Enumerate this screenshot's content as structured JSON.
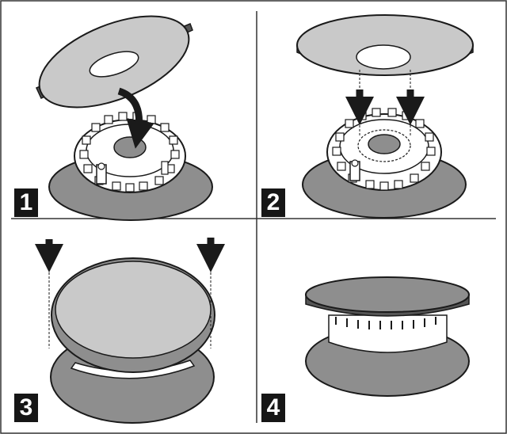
{
  "steps": [
    {
      "number": "1"
    },
    {
      "number": "2"
    },
    {
      "number": "3"
    },
    {
      "number": "4"
    }
  ],
  "colors": {
    "outline": "#1a1a1a",
    "cap_fill": "#c9c9c9",
    "base_fill": "#8e8e8e",
    "paper": "#ffffff",
    "badge": "#161616",
    "grid": "#333333"
  }
}
